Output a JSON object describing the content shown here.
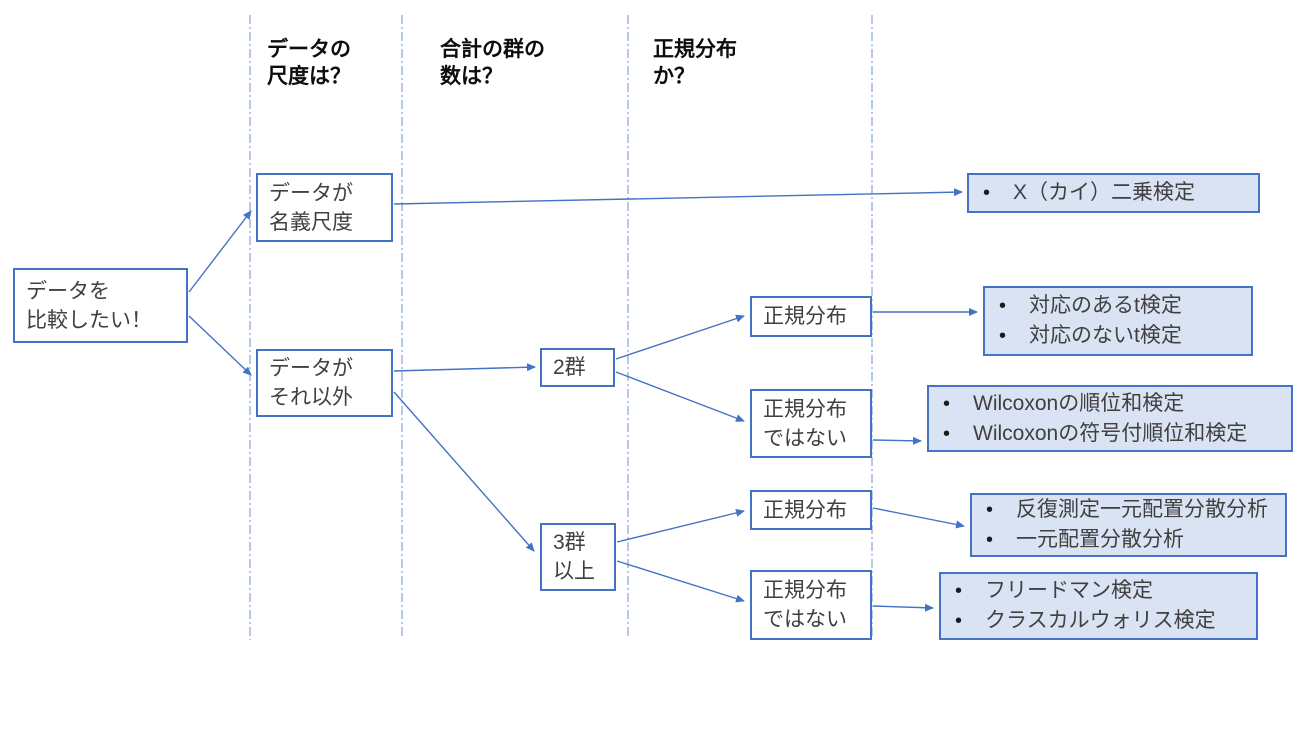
{
  "diagram": {
    "title_context": "statistical-test-decision-tree",
    "column_headers": [
      {
        "label": "データの\n尺度は？"
      },
      {
        "label": "合計の群の\n数は？"
      },
      {
        "label": "正規分布\nか？"
      }
    ],
    "nodes": {
      "start": {
        "label": "データを\n比較したい！"
      },
      "nominal_scale": {
        "label": "データが\n名義尺度"
      },
      "other_scale": {
        "label": "データが\nそれ以外"
      },
      "two_groups": {
        "label": "2群"
      },
      "three_plus_groups": {
        "label": "3群\n以上"
      },
      "normal_2": {
        "label": "正規分布"
      },
      "not_normal_2": {
        "label": "正規分布\nではない"
      },
      "normal_3": {
        "label": "正規分布"
      },
      "not_normal_3": {
        "label": "正規分布\nではない"
      }
    },
    "results": {
      "chi_square": {
        "items": [
          "X（カイ）二乗検定"
        ]
      },
      "t_tests": {
        "items": [
          "対応のあるt検定",
          "対応のないt検定"
        ]
      },
      "wilcoxon": {
        "items": [
          "Wilcoxonの順位和検定",
          "Wilcoxonの符号付順位和検定"
        ]
      },
      "anova": {
        "items": [
          "反復測定一元配置分散分析",
          "一元配置分散分析"
        ]
      },
      "nonparametric_multi": {
        "items": [
          "フリードマン検定",
          "クラスカルウォリス検定"
        ]
      }
    },
    "flow": [
      {
        "from": "start",
        "to": "nominal_scale"
      },
      {
        "from": "start",
        "to": "other_scale"
      },
      {
        "from": "nominal_scale",
        "to": "chi_square"
      },
      {
        "from": "other_scale",
        "to": "two_groups"
      },
      {
        "from": "other_scale",
        "to": "three_plus_groups"
      },
      {
        "from": "two_groups",
        "to": "normal_2"
      },
      {
        "from": "two_groups",
        "to": "not_normal_2"
      },
      {
        "from": "normal_2",
        "to": "t_tests"
      },
      {
        "from": "not_normal_2",
        "to": "wilcoxon"
      },
      {
        "from": "three_plus_groups",
        "to": "normal_3"
      },
      {
        "from": "three_plus_groups",
        "to": "not_normal_3"
      },
      {
        "from": "normal_3",
        "to": "anova"
      },
      {
        "from": "not_normal_3",
        "to": "nonparametric_multi"
      }
    ],
    "colors": {
      "accent_blue": "#4472C4",
      "result_fill": "#DAE3F3",
      "guide_line": "#8FAADC",
      "text": "#404040"
    }
  }
}
